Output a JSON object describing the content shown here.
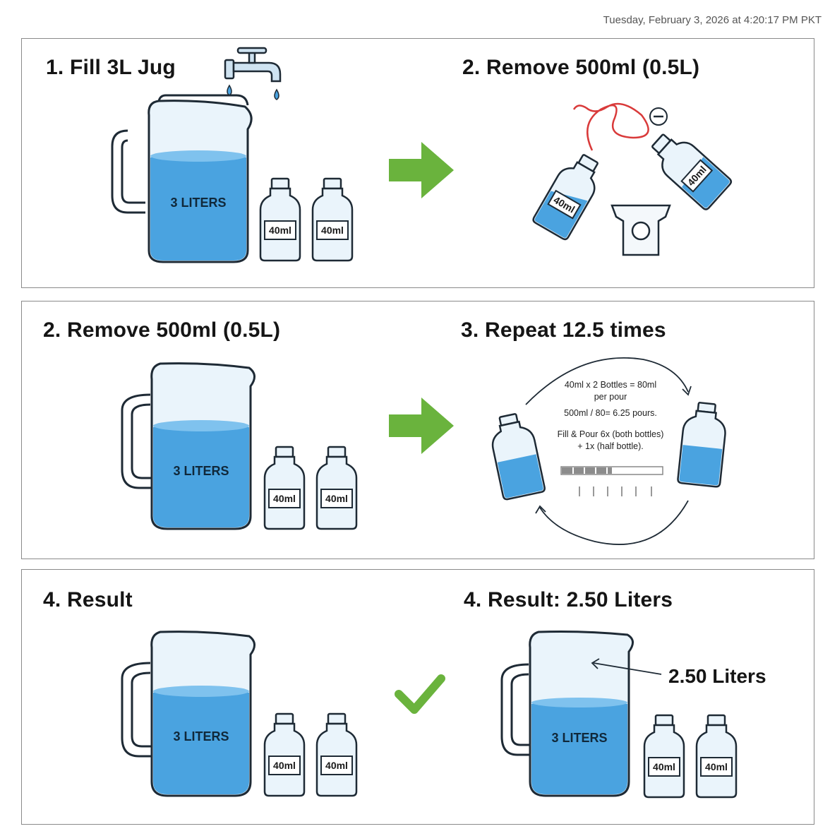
{
  "timestamp": "Tuesday, February 3, 2026 at 4:20:17 PM PKT",
  "panels": [
    {
      "left_title": "1. Fill 3L Jug",
      "right_title": "2. Remove 500ml (0.5L)",
      "jug_label": "3 LITERS",
      "bottle_labels": [
        "40ml",
        "40ml"
      ],
      "right_bottle_labels": [
        "40ml",
        "40ml"
      ]
    },
    {
      "left_title": "2. Remove 500ml (0.5L)",
      "right_title": "3. Repeat 12.5 times",
      "jug_label": "3 LITERS",
      "bottle_labels": [
        "40ml",
        "40ml"
      ],
      "cycle_notes": [
        "40ml x 2 Bottles = 80ml",
        "per pour",
        "500ml / 80= 6.25 pours.",
        "Fill & Pour 6x (both bottles)",
        "+ 1x (half bottle)."
      ],
      "progress": 0.5
    },
    {
      "left_title": "4. Result",
      "right_title": "4. Result: 2.50 Liters",
      "jug_label": "3 LITERS",
      "bottle_labels": [
        "40ml",
        "40ml"
      ],
      "right_jug_label": "3 LITERS",
      "right_bottle_labels": [
        "40ml",
        "40ml"
      ],
      "callout": "2.50 Liters"
    }
  ],
  "colors": {
    "water": "#4aa3e0",
    "water_top": "#7fc2ee",
    "arrow": "#6ab33d",
    "check": "#6ab33d",
    "glass_stroke": "#1e2a35",
    "glass_fill": "#eaf4fb",
    "red_line": "#d93a3a"
  }
}
